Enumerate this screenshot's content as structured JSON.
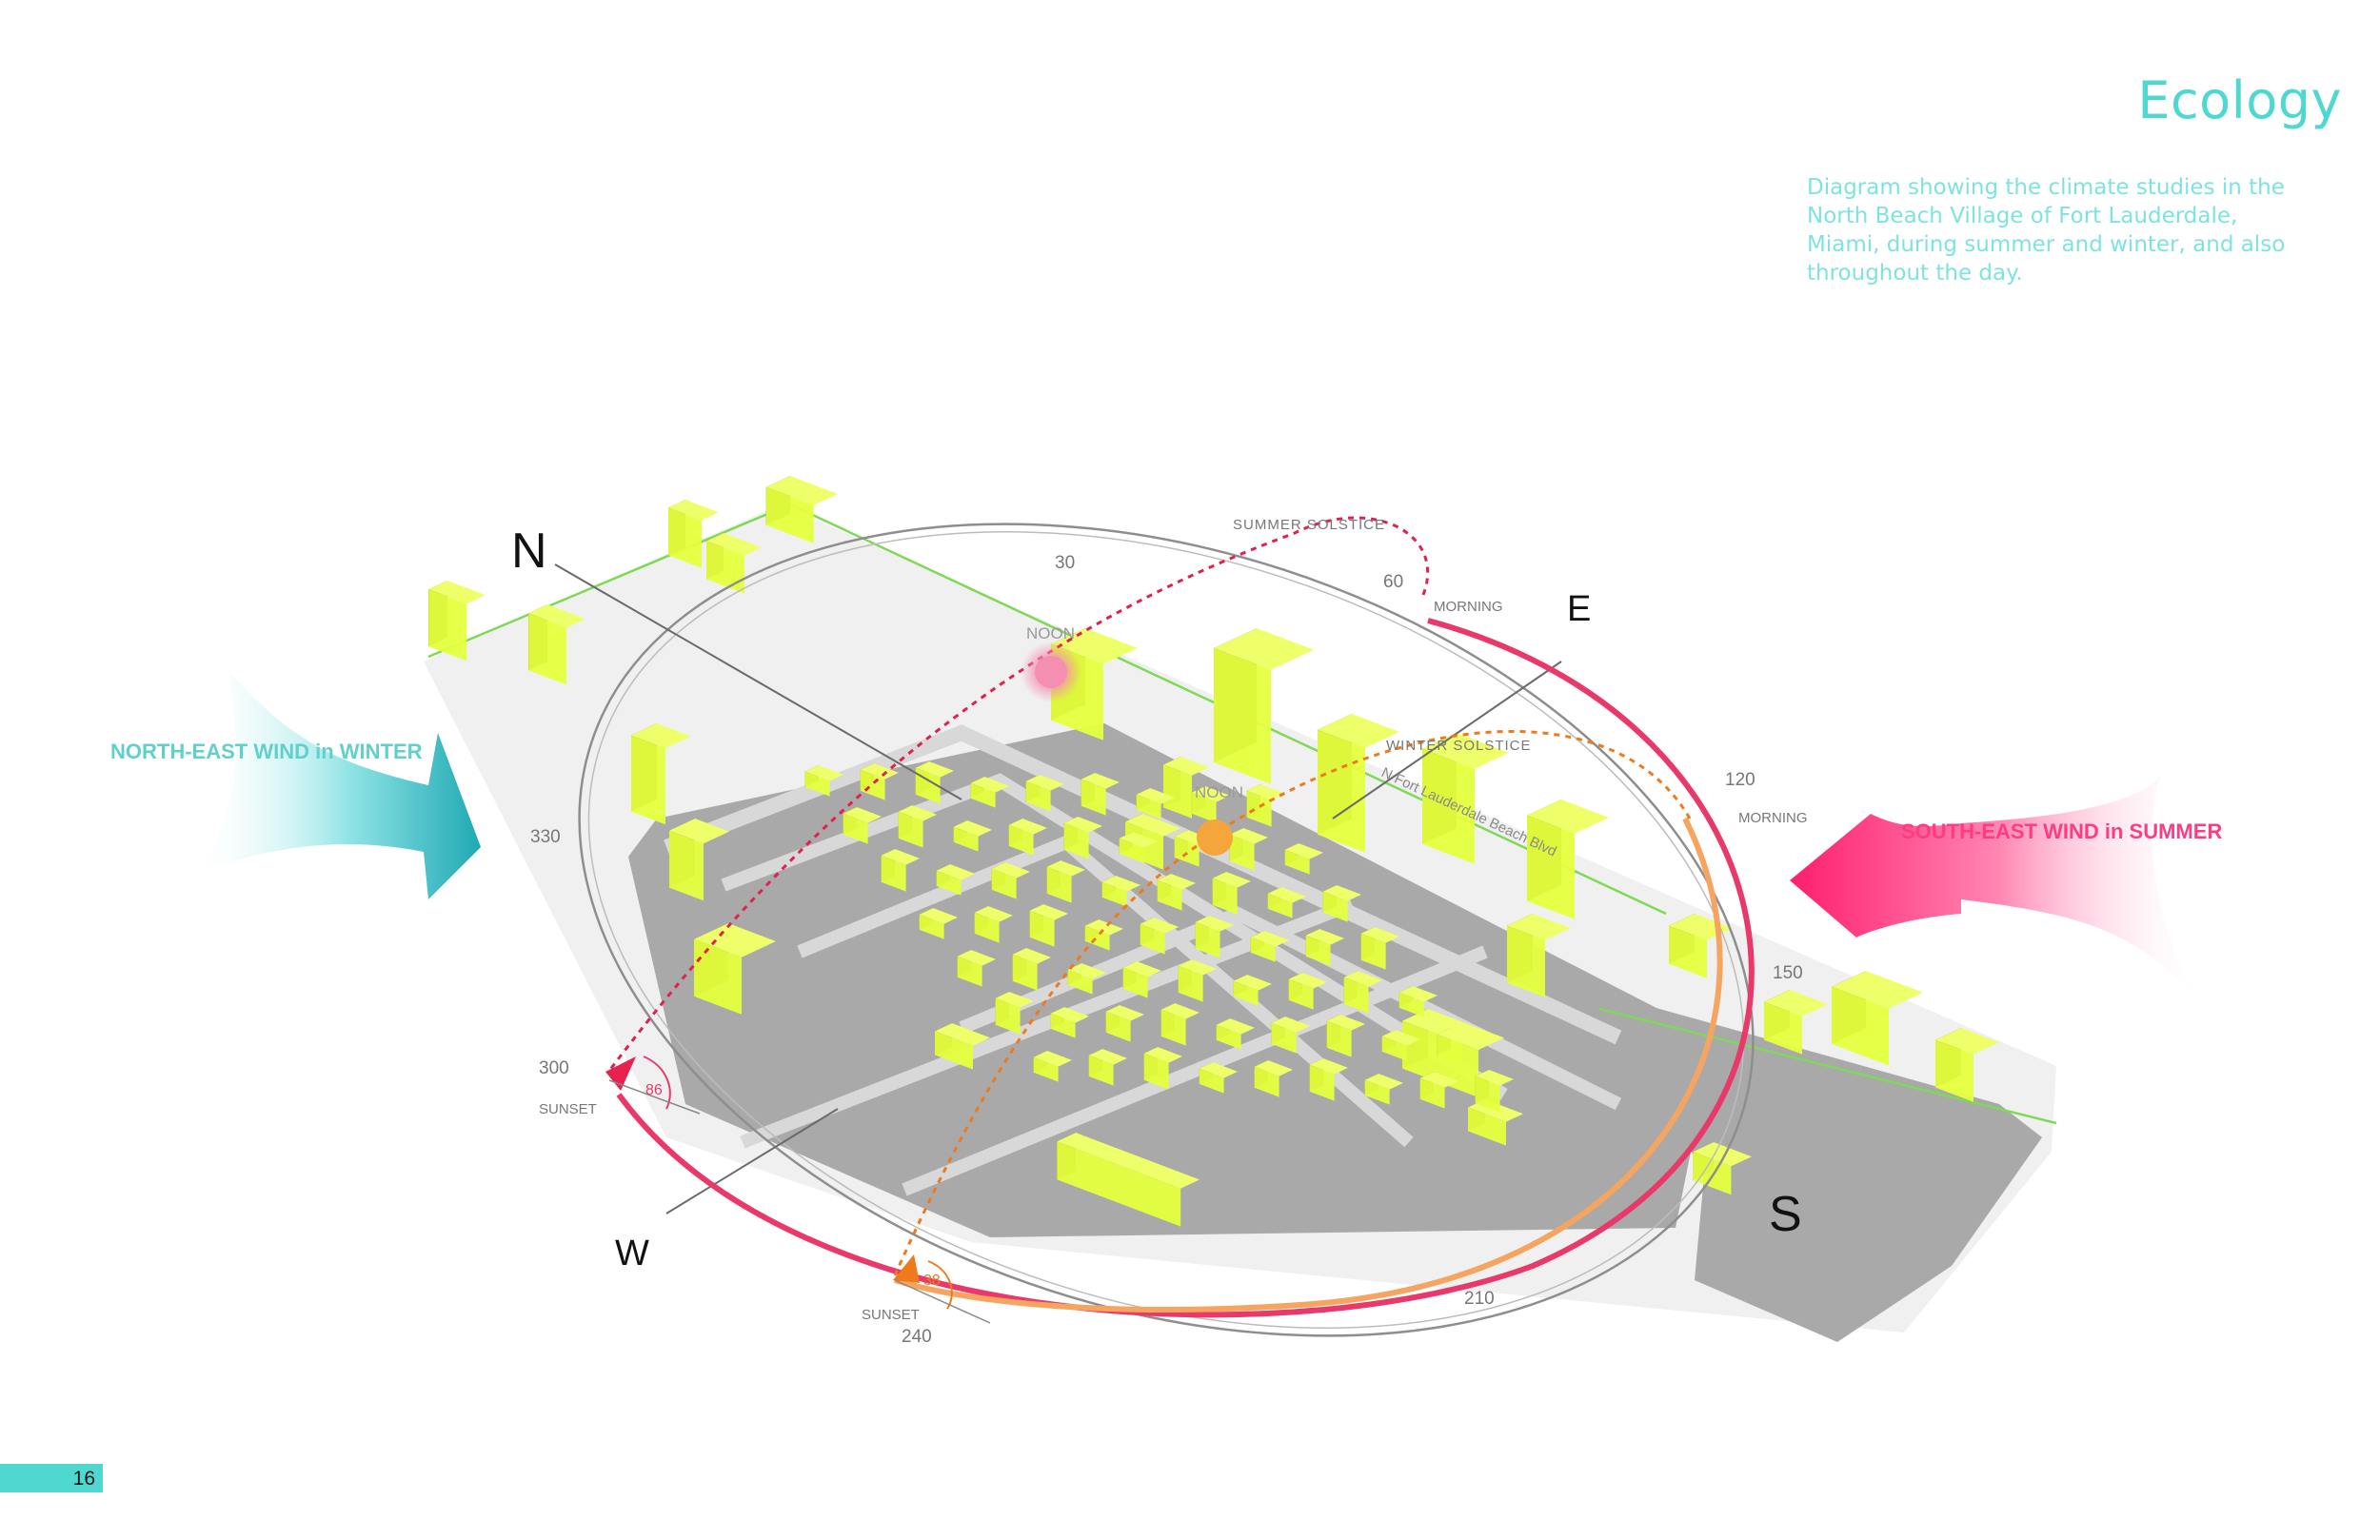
{
  "header": {
    "title": "Ecology",
    "description_lines": [
      "Diagram showing the climate studies in the",
      "North Beach Village of Fort Lauderdale,",
      "Miami, during summer and winter, and also",
      "throughout the day."
    ]
  },
  "page": {
    "number": "16"
  },
  "compass": {
    "north": "N",
    "east": "E",
    "south": "S",
    "west": "W"
  },
  "degree_labels": [
    "30",
    "60",
    "120",
    "150",
    "210",
    "240",
    "300",
    "330"
  ],
  "sun_path": {
    "summer_solstice_label": "SUMMER SOLSTICE",
    "winter_solstice_label": "WINTER SOLSTICE",
    "noon_label": "NOON",
    "morning_label": "MORNING",
    "sunset_label": "SUNSET",
    "summer_angle": "86",
    "winter_angle": "38"
  },
  "winds": {
    "winter": "NORTH-EAST WIND in WINTER",
    "summer": "SOUTH-EAST WIND in SUMMER"
  },
  "street_label": "N Fort Lauderdale Beach Blvd",
  "colors": {
    "accent": "#4fd8d0",
    "building": "#e5ff3d",
    "building_shade": "#5c6312",
    "summer_path": "#e8396a",
    "winter_path": "#f5a560",
    "noon_summer": "#f48fb1",
    "noon_winter": "#f5a53a",
    "winter_wind": "#27b8be",
    "summer_wind": "#ff1e6e"
  }
}
